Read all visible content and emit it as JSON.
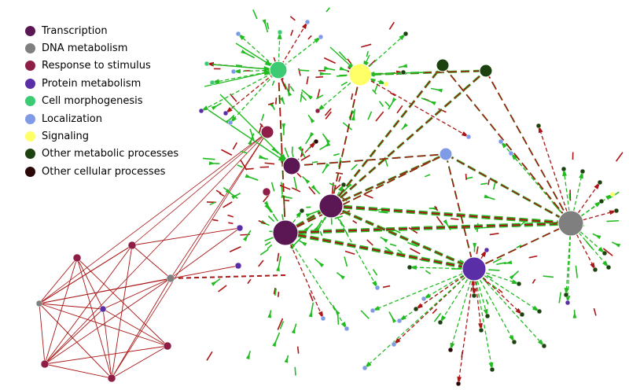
{
  "legend": [
    {
      "label": "Transcription",
      "color": "#5b1654"
    },
    {
      "label": "DNA metabolism",
      "color": "#7f7f7f"
    },
    {
      "label": "Response to stimulus",
      "color": "#8e1d47"
    },
    {
      "label": "Protein metabolism",
      "color": "#5a2ea6"
    },
    {
      "label": "Cell morphogenesis",
      "color": "#3ccb72"
    },
    {
      "label": "Localization",
      "color": "#7f9be6"
    },
    {
      "label": "Signaling",
      "color": "#ffff66"
    },
    {
      "label": "Other metabolic processes",
      "color": "#1c4210"
    },
    {
      "label": "Other cellular processes",
      "color": "#2a0606"
    }
  ],
  "edge_colors": {
    "activation": "#22bb22",
    "repression": "#aa1515"
  }
}
